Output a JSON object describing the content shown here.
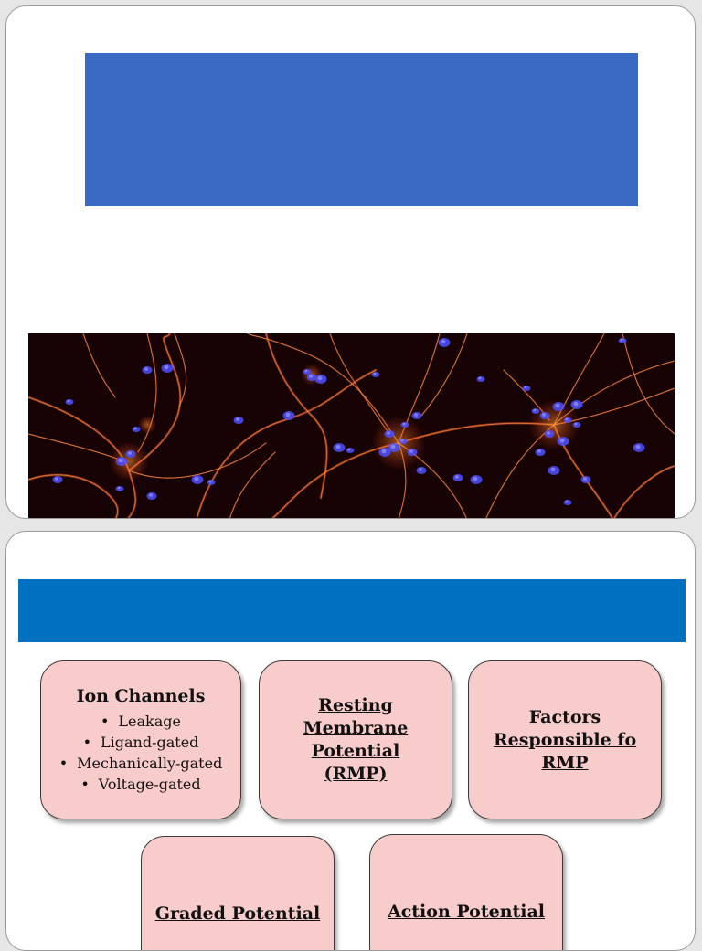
{
  "colors": {
    "title_box": "#3b6ac4",
    "header_bar": "#0070c0",
    "card_fill": "#f9cccc"
  },
  "slide1": {
    "image": "fluorescence-neuron-micrograph"
  },
  "slide2": {
    "cards": [
      {
        "title": "Ion Channels",
        "bullets": [
          "Leakage",
          "Ligand-gated",
          "Mechanically-gated",
          "Voltage-gated"
        ]
      },
      {
        "title": "Resting\nMembrane\nPotential\n(RMP)"
      },
      {
        "title": "Factors\nResponsible fo\nRMP"
      },
      {
        "title": "Graded Potential"
      },
      {
        "title": "Action Potential"
      }
    ]
  }
}
